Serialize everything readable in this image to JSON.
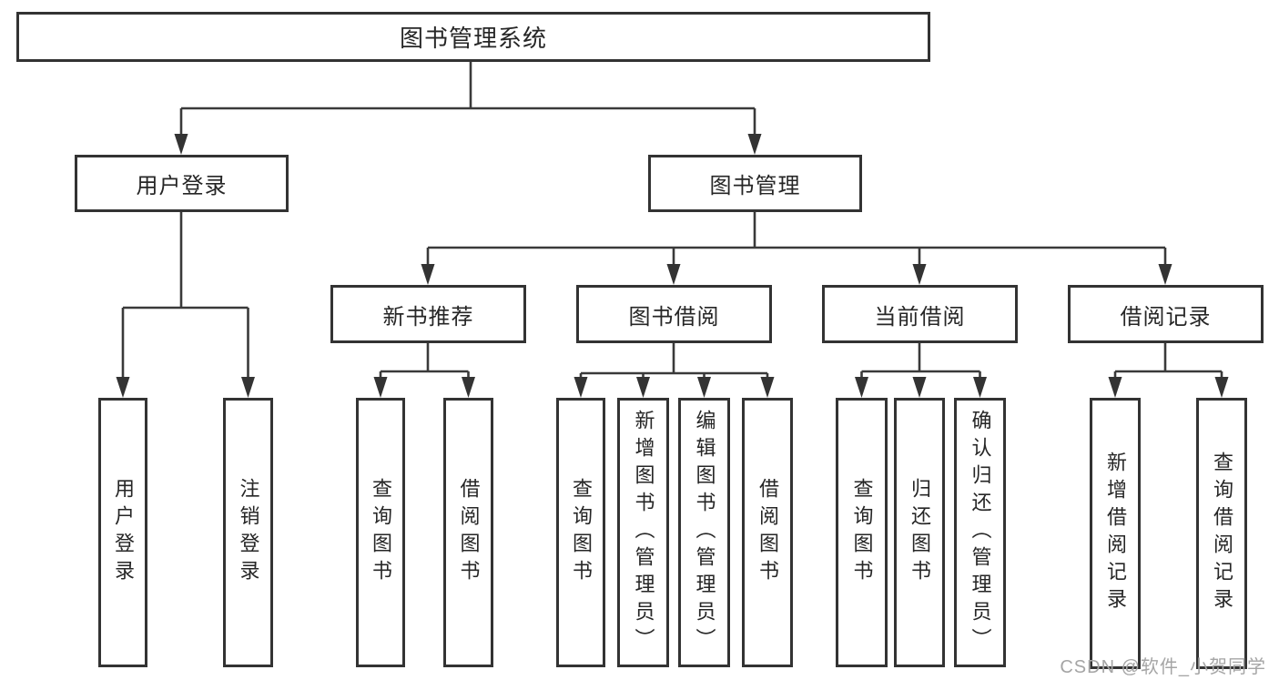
{
  "root": {
    "label": "图书管理系统"
  },
  "branches": [
    {
      "label": "用户登录",
      "children": [
        {
          "label": "用户登录"
        },
        {
          "label": "注销登录"
        }
      ]
    },
    {
      "label": "图书管理",
      "children": [
        {
          "label": "新书推荐",
          "children": [
            {
              "label": "查询图书"
            },
            {
              "label": "借阅图书"
            }
          ]
        },
        {
          "label": "图书借阅",
          "children": [
            {
              "label": "查询图书"
            },
            {
              "label": "新增图书（管理员）"
            },
            {
              "label": "编辑图书（管理员）"
            },
            {
              "label": "借阅图书"
            }
          ]
        },
        {
          "label": "当前借阅",
          "children": [
            {
              "label": "查询图书"
            },
            {
              "label": "归还图书"
            },
            {
              "label": "确认归还（管理员）"
            }
          ]
        },
        {
          "label": "借阅记录",
          "children": [
            {
              "label": "新增借阅记录"
            },
            {
              "label": "查询借阅记录"
            }
          ]
        }
      ]
    }
  ],
  "watermark": {
    "text": "CSDN @软件_小贺同学"
  },
  "colors": {
    "line": "#3a3a3a",
    "box_border": "#333333",
    "text": "#262626",
    "watermark": "#a5a5a5",
    "background": "#ffffff"
  }
}
